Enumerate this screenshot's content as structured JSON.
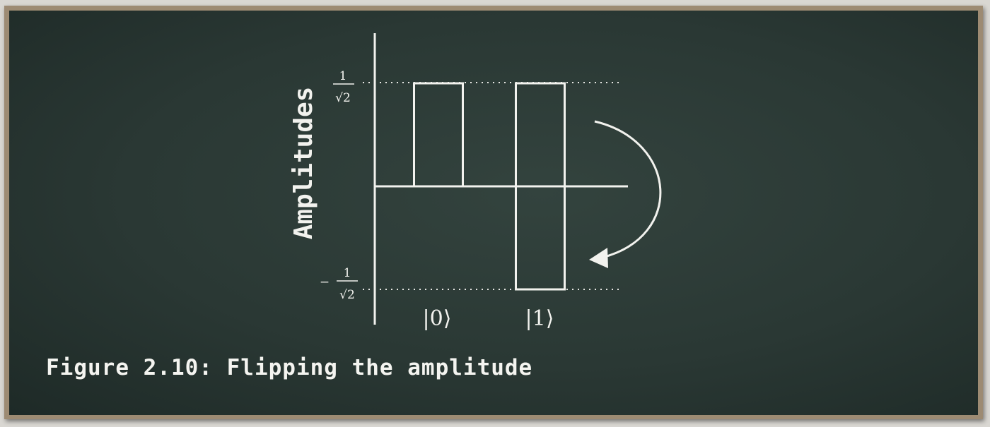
{
  "caption": "Figure 2.10: Flipping the amplitude",
  "diagram": {
    "y_axis_label": "Amplitudes",
    "ticks": {
      "top": {
        "numerator": "1",
        "denominator": "√2",
        "sign": ""
      },
      "bottom": {
        "numerator": "1",
        "denominator": "√2",
        "sign": "−"
      }
    },
    "states": [
      {
        "label": "|0⟩",
        "amplitude": 0.7071,
        "hatched": true
      },
      {
        "label": "|1⟩",
        "amplitude": 0.7071,
        "hatched": false,
        "flipped_amplitude": -0.7071,
        "flipped_hatched": true
      }
    ],
    "arrow": "flip-arrow-icon"
  },
  "colors": {
    "board": "#2a3834",
    "chalk": "#f2f2ee",
    "frame": "#9d8b73"
  }
}
